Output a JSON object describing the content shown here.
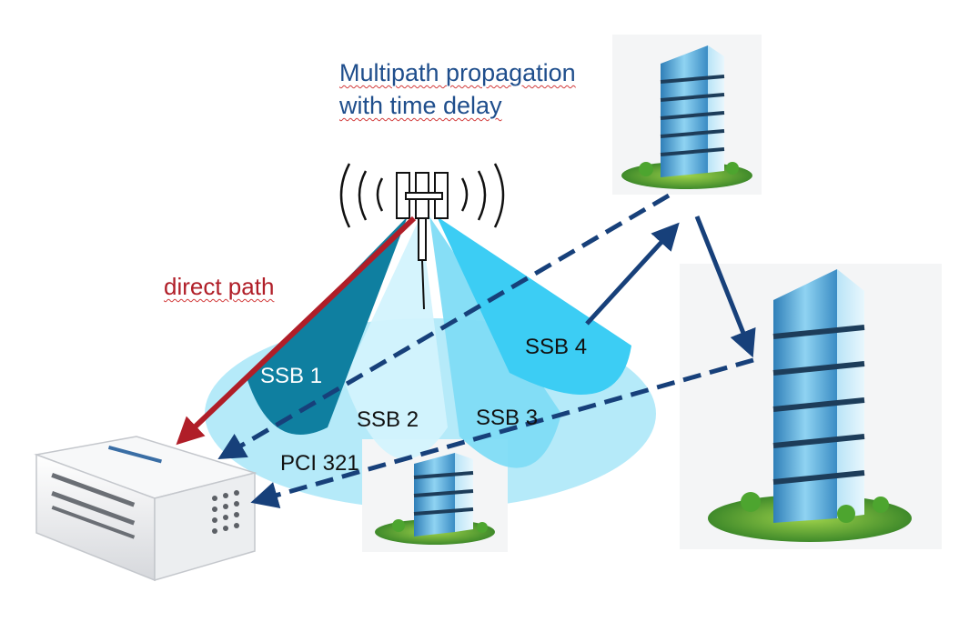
{
  "title": {
    "line1": "Multipath propagation",
    "line2": "with time delay"
  },
  "direct_path_label": "direct path",
  "beams": {
    "ssb1": "SSB 1",
    "ssb2": "SSB 2",
    "ssb3": "SSB 3",
    "ssb4": "SSB 4"
  },
  "cell_label": "PCI 321",
  "colors": {
    "direct_path": "#b01e28",
    "reflected_path": "#17407a",
    "beam_dark": "#0f7fa0",
    "beam_light": "#bdeefc",
    "beam_bright": "#3ccdf4",
    "coverage": "#a8e6f8",
    "title_text": "#1f4e8c"
  },
  "icons": [
    "antenna-tower-icon",
    "receiver-device-icon",
    "building-icon"
  ]
}
